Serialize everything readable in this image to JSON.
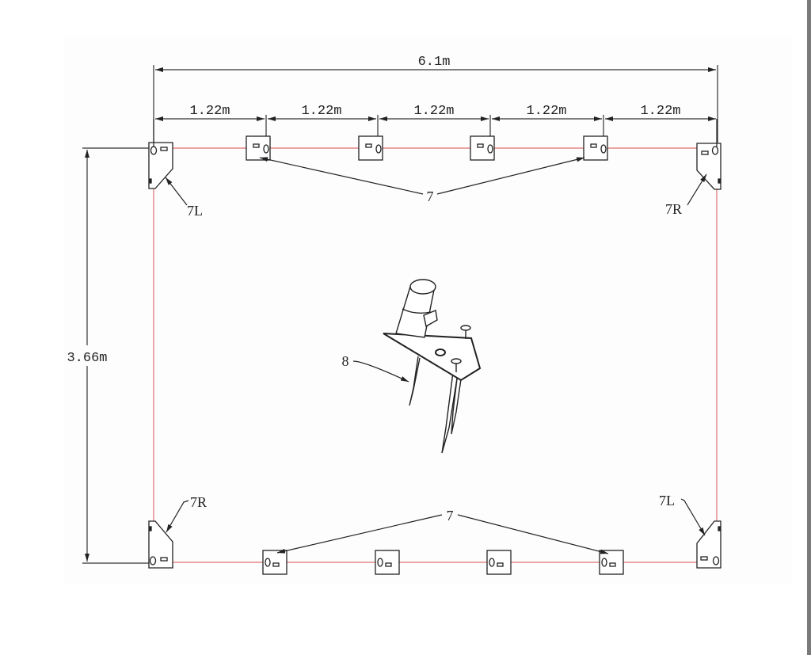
{
  "drawing": {
    "overall_width_label": "6.1m",
    "overall_height_label": "3.66m",
    "segment_labels": [
      "1.22m",
      "1.22m",
      "1.22m",
      "1.22m",
      "1.22m"
    ],
    "callouts": {
      "top_left_corner": "7L",
      "top_right_corner": "7R",
      "bottom_left_corner": "7R",
      "bottom_right_corner": "7L",
      "top_edge_brackets": "7",
      "bottom_edge_brackets": "7",
      "center_anchor": "8"
    },
    "colors": {
      "perimeter_line": "#e07070",
      "ink": "#222222"
    }
  }
}
